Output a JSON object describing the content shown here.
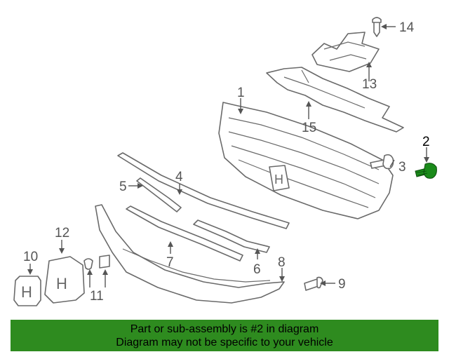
{
  "callouts": {
    "c1": "1",
    "c2": "2",
    "c3": "3",
    "c4": "4",
    "c5": "5",
    "c6": "6",
    "c7": "7",
    "c8": "8",
    "c9": "9",
    "c10": "10",
    "c11": "11",
    "c12": "12",
    "c13": "13",
    "c14": "14",
    "c15": "15"
  },
  "highlight": {
    "color": "#1a8a1a",
    "part_number": "2"
  },
  "banner": {
    "line1": "Part or sub-assembly is #2 in diagram",
    "line2": "Diagram may not be specific to your vehicle",
    "background": "#2e8b1f"
  }
}
